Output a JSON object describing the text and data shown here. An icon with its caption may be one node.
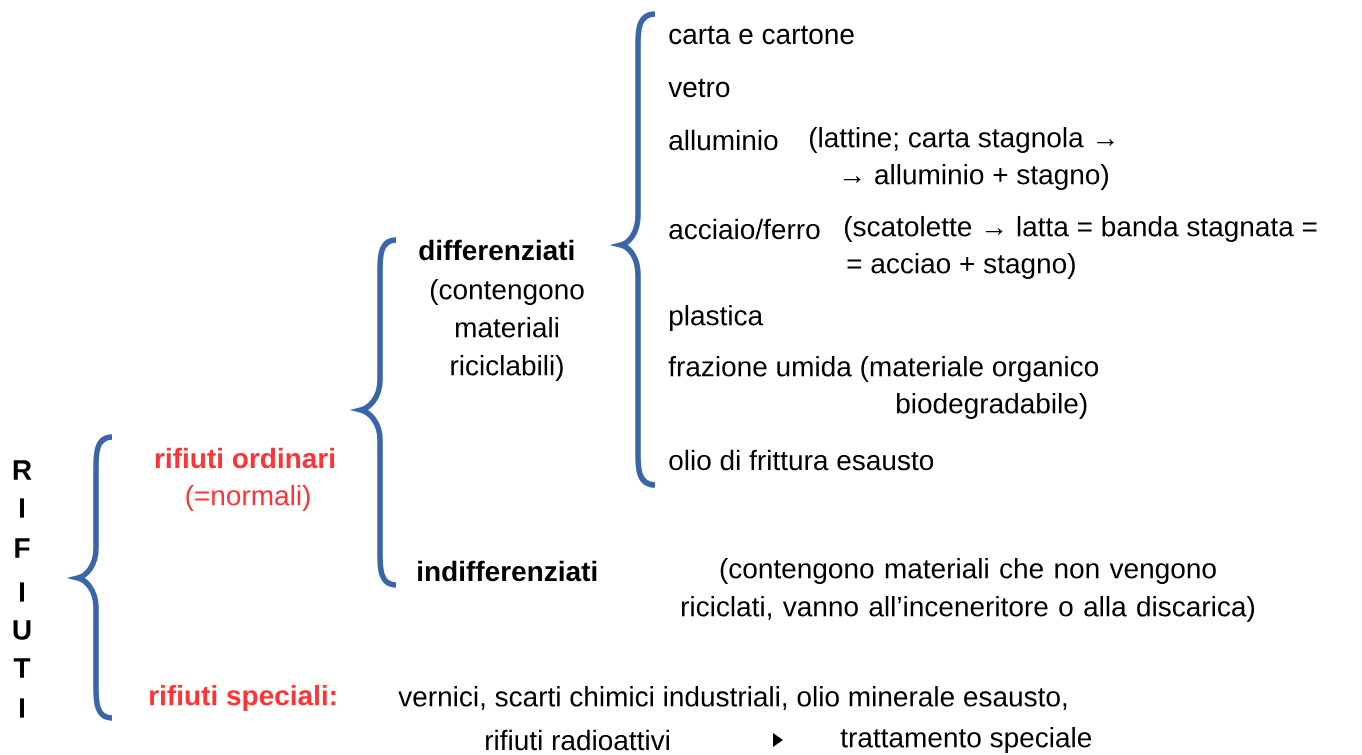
{
  "diagram": {
    "labels": [
      "carta e cartone",
      "vetro",
      "alluminio",
      "(lattine; carta stagnola →",
      "→ alluminio + stagno)",
      "acciaio/ferro",
      "(scatolette →  latta = banda stagnata =",
      "= acciao + stagno)",
      "differenziati",
      "(contengono materiali riciclabili)",
      "plastica",
      "frazione umida (materiale organico",
      "biodegradabile)",
      "rifiuti ordinari",
      "olio di frittura esausto",
      "(=normali)",
      "indifferenziati",
      "(contengono materiali che non vengono riciclati, vanno all’inceneritore o alla discarica)",
      "rifiuti speciali:",
      "vernici, scarti chimici industriali, olio minerale esausto,",
      "rifiuti radioattivi",
      "trattamento speciale",
      "R",
      "I",
      "F",
      "I",
      "U",
      "T",
      "I"
    ]
  }
}
